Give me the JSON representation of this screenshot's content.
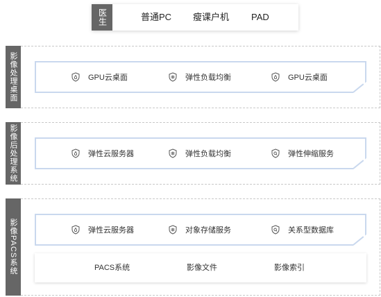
{
  "doctor_bar": {
    "tag": "医生",
    "items": [
      "普通PC",
      "瘦课户机",
      "PAD"
    ]
  },
  "sections": [
    {
      "label": "影像处理桌面",
      "services": [
        {
          "icon": "drop-shield-icon",
          "label": "GPU云桌面"
        },
        {
          "icon": "load-balance-shield-icon",
          "label": "弹性负载均衡"
        },
        {
          "icon": "drop-shield-icon",
          "label": "GPU云桌面"
        }
      ]
    },
    {
      "label": "影像后处理系统",
      "services": [
        {
          "icon": "drop-shield-icon",
          "label": "弹性云服务器"
        },
        {
          "icon": "load-balance-shield-icon",
          "label": "弹性负载均衡"
        },
        {
          "icon": "search-shield-icon",
          "label": "弹性伸缩服务"
        }
      ]
    },
    {
      "label": "影像PACS系统",
      "services": [
        {
          "icon": "drop-shield-icon",
          "label": "弹性云服务器"
        },
        {
          "icon": "load-balance-shield-icon",
          "label": "对象存储服务"
        },
        {
          "icon": "search-shield-icon",
          "label": "关系型数据库"
        }
      ],
      "files": [
        "PACS系统",
        "影像文件",
        "影像索引"
      ]
    }
  ],
  "colors": {
    "label_bg": "#666666",
    "card_border": "#c9d8ee",
    "region_dash": "#c8c8c8"
  }
}
